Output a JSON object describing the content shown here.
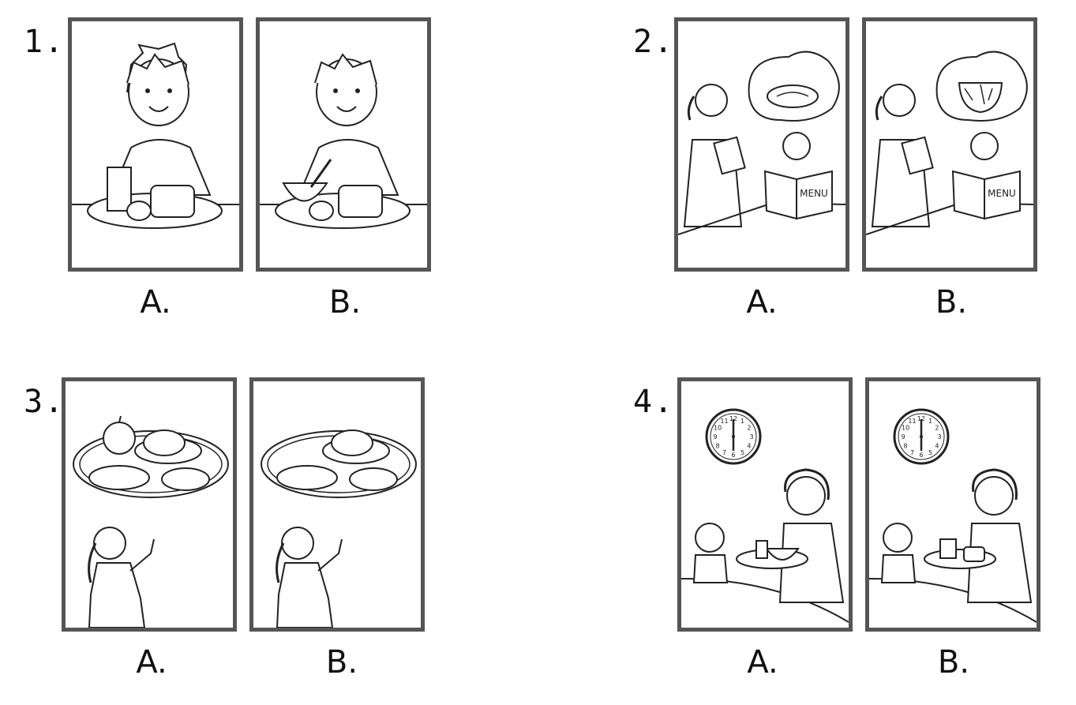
{
  "questions": [
    {
      "number": "1",
      "dot": ".",
      "options": [
        "A.",
        "B."
      ]
    },
    {
      "number": "2",
      "dot": ".",
      "options": [
        "A.",
        "B."
      ]
    },
    {
      "number": "3",
      "dot": ".",
      "options": [
        "A.",
        "B."
      ]
    },
    {
      "number": "4",
      "dot": ".",
      "options": [
        "A.",
        "B."
      ]
    }
  ],
  "menu_text": "MENU",
  "clock_numbers": [
    "12",
    "1",
    "2",
    "3",
    "4",
    "5",
    "6",
    "7",
    "8",
    "9",
    "10",
    "11"
  ],
  "colors": {
    "frame": "#555555",
    "ink": "#222222"
  }
}
